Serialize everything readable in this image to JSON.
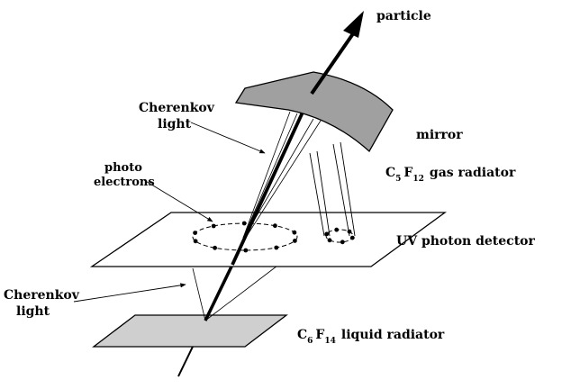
{
  "diagram": {
    "colors": {
      "ink": "#000000",
      "mirror_fill": "#a0a0a0",
      "radiator_fill": "#cfcfcf",
      "detector_fill": "#ffffff"
    },
    "labels": {
      "particle": "particle",
      "mirror": "mirror",
      "cherenkov_top_line1": "Cherenkov",
      "cherenkov_top_line2": "light",
      "photo_line1": "photo",
      "photo_line2": "electrons",
      "gas_radiator": {
        "p1": "C",
        "s1": "5",
        "p2": "F",
        "s2": "12",
        "rest": "gas radiator"
      },
      "uv_detector": "UV photon detector",
      "cherenkov_bottom_line1": "Cherenkov",
      "cherenkov_bottom_line2": "light",
      "liquid_radiator": {
        "p1": "C",
        "s1": "6",
        "p2": "F",
        "s2": "14",
        "rest": "liquid radiator"
      }
    },
    "components": [
      "mirror",
      "UV photon detector",
      "liquid radiator",
      "gas radiator",
      "particle track"
    ],
    "rings": [
      {
        "name": "liquid-radiator-ring",
        "dots": 10
      },
      {
        "name": "gas-radiator-ring",
        "dots": 6
      }
    ]
  }
}
